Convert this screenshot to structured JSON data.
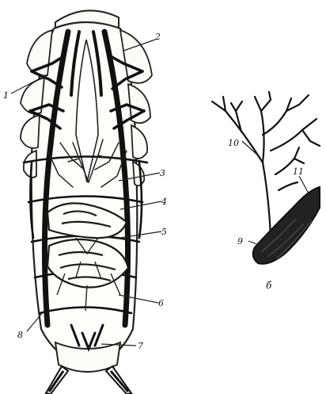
{
  "figure": {
    "labels": {
      "l1": "1",
      "l2": "2",
      "l3": "3",
      "l4": "4",
      "l5": "5",
      "l6": "6",
      "l7": "7",
      "l8": "8",
      "l9": "9",
      "l10": "10",
      "l11": "11",
      "panel_b": "б"
    }
  }
}
